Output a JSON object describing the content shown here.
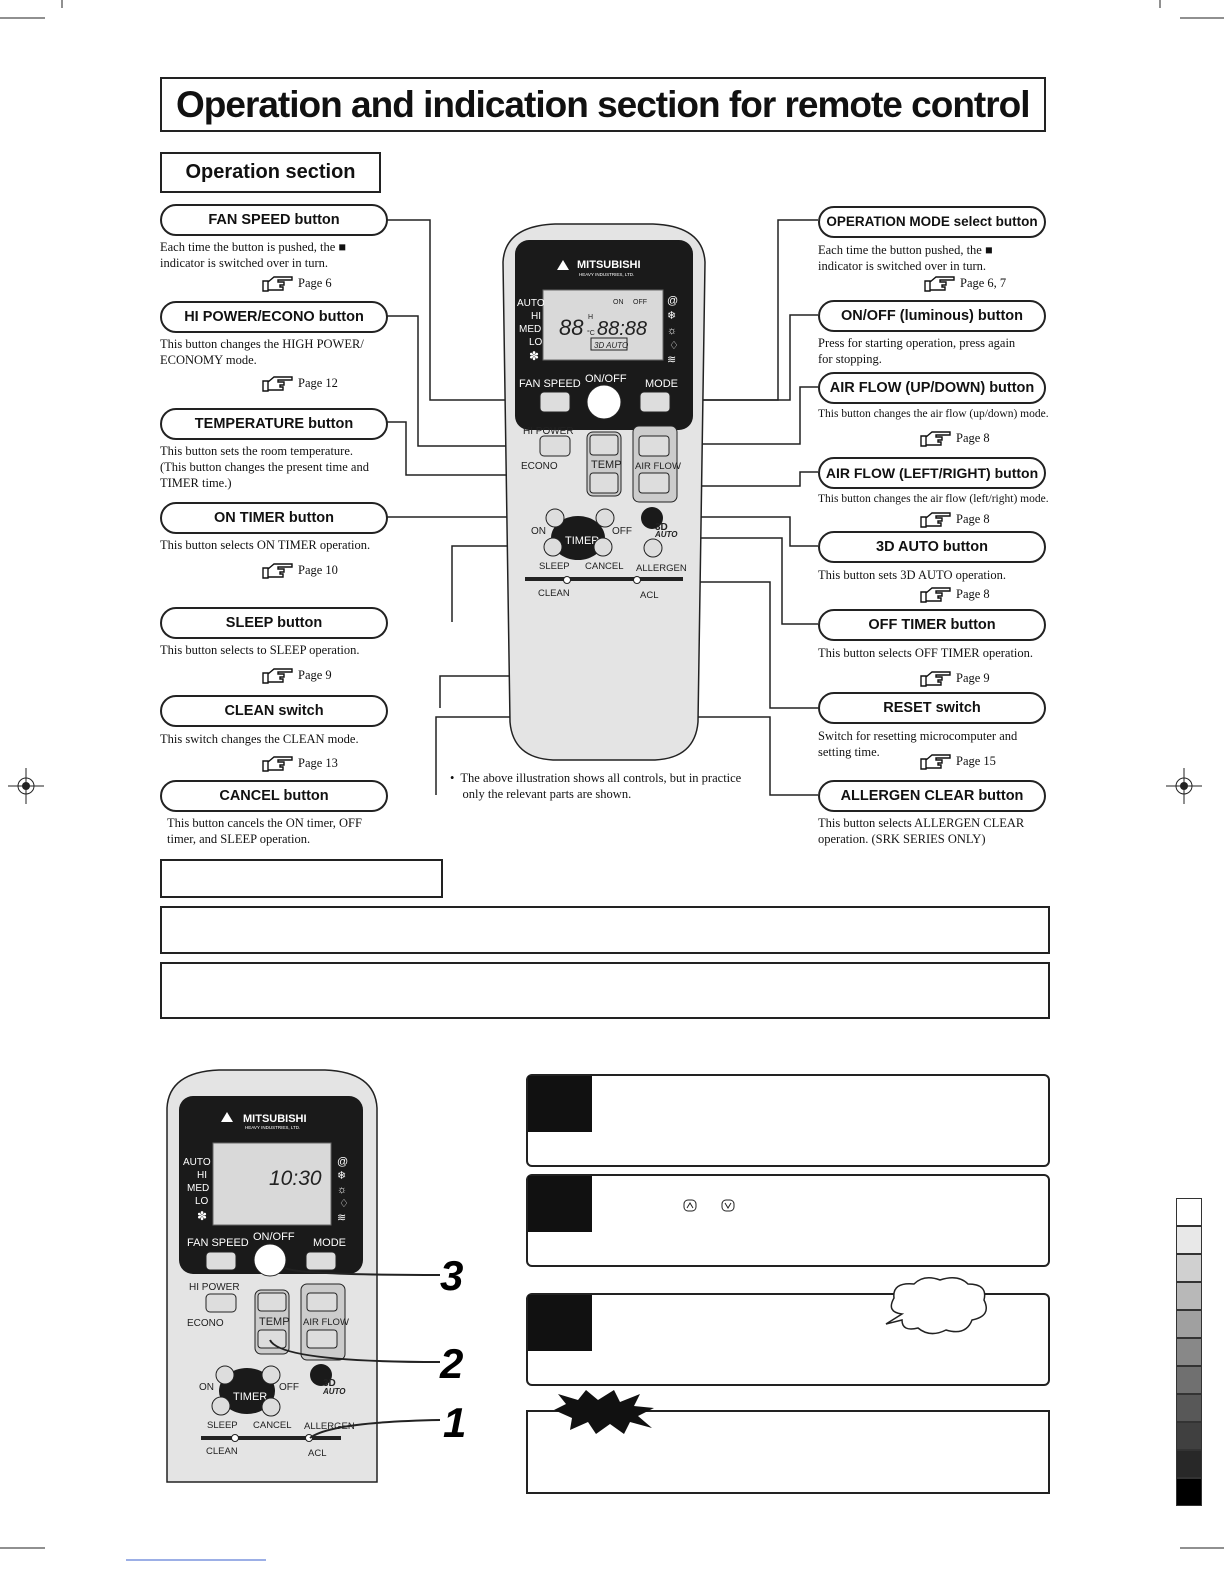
{
  "header": {
    "title": "Operation and indication section for remote control",
    "section_title": "Operation section"
  },
  "left_items": [
    {
      "label": "FAN SPEED button",
      "desc": "Each time the button is pushed, the  ■\nindicator is switched over in turn.",
      "page": "Page 6"
    },
    {
      "label": "HI POWER/ECONO button",
      "desc": "This button changes the HIGH POWER/\nECONOMY mode.",
      "page": "Page 12"
    },
    {
      "label": "TEMPERATURE button",
      "desc": "This button sets the room temperature.\n(This button changes the present time and\nTIMER time.)",
      "page": ""
    },
    {
      "label": "ON TIMER button",
      "desc": "This button selects ON TIMER operation.",
      "page": "Page 10"
    },
    {
      "label": "SLEEP button",
      "desc": "This button selects to SLEEP operation.",
      "page": "Page 9"
    },
    {
      "label": "CLEAN switch",
      "desc": "This switch changes the CLEAN mode.",
      "page": "Page 13"
    },
    {
      "label": "CANCEL button",
      "desc": "This button cancels the ON timer, OFF\ntimer, and SLEEP operation.",
      "page": ""
    }
  ],
  "right_items": [
    {
      "label": "OPERATION MODE select button",
      "desc": "Each time the button pushed, the ■\nindicator is switched over in turn.",
      "page": "Page 6, 7"
    },
    {
      "label": "ON/OFF (luminous) button",
      "desc": "Press for starting operation, press again\nfor stopping.",
      "page": ""
    },
    {
      "label": "AIR FLOW (UP/DOWN) button",
      "desc": "This button changes the air flow (up/down) mode.",
      "page": "Page 8"
    },
    {
      "label": "AIR FLOW (LEFT/RIGHT) button",
      "desc": "This button changes the air flow (left/right) mode.",
      "page": "Page 8"
    },
    {
      "label": "3D AUTO button",
      "desc": "This button sets 3D AUTO operation.",
      "page": "Page 8"
    },
    {
      "label": "OFF TIMER button",
      "desc": "This button selects OFF TIMER operation.",
      "page": "Page 9"
    },
    {
      "label": "RESET switch",
      "desc": "Switch for resetting microcomputer and\nsetting time.",
      "page": "Page 15"
    },
    {
      "label": "ALLERGEN CLEAR button",
      "desc": "This button selects ALLERGEN CLEAR\noperation. (SRK SERIES ONLY)",
      "page": ""
    }
  ],
  "note": "•  The above illustration shows all controls, but in practice\n    only the relevant parts are shown.",
  "remote": {
    "brand": "MITSUBISHI",
    "brand_sub": "HEAVY INDUSTRIES, LTD.",
    "fan_levels": [
      "AUTO",
      "HI",
      "MED",
      "LO"
    ],
    "temp_display": "88",
    "time_display": "88:88",
    "on_label": "ON",
    "off_label": "OFF",
    "auto3d": "3D AUTO",
    "fan_speed": "FAN SPEED",
    "on_off": "ON/OFF",
    "mode": "MODE",
    "hi_power": "HI POWER",
    "econo": "ECONO",
    "temp": "TEMP",
    "air_flow": "AIR FLOW",
    "timer": "TIMER",
    "sleep": "SLEEP",
    "cancel": "CANCEL",
    "allergen": "ALLERGEN",
    "clean": "CLEAN",
    "acl": "ACL",
    "three_d": "3D",
    "auto": "AUTO",
    "h_mark": "H",
    "c_mark": "°C"
  },
  "remote2": {
    "time_display": "10:30"
  },
  "steps": [
    "3",
    "2",
    "1"
  ]
}
